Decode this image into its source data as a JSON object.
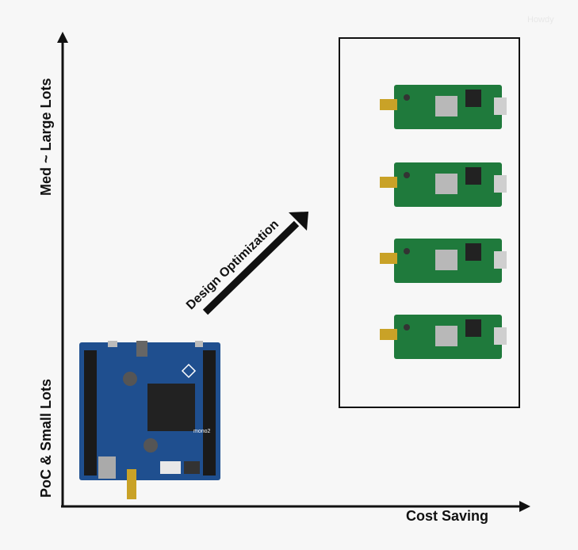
{
  "watermark": "Howdy",
  "axes": {
    "y_top_label": "Med ~ Large Lots",
    "y_bottom_label": "PoC & Small Lots",
    "x_label": "Cost Saving"
  },
  "transition": {
    "label": "Design Optimization"
  },
  "mainboard": {
    "silkscreen": "mono2"
  },
  "modules": {
    "count": 4
  },
  "colors": {
    "axis": "#111111",
    "board_blue": "#1f4f8f",
    "module_green": "#1f7a3c",
    "background": "#f7f7f7"
  }
}
